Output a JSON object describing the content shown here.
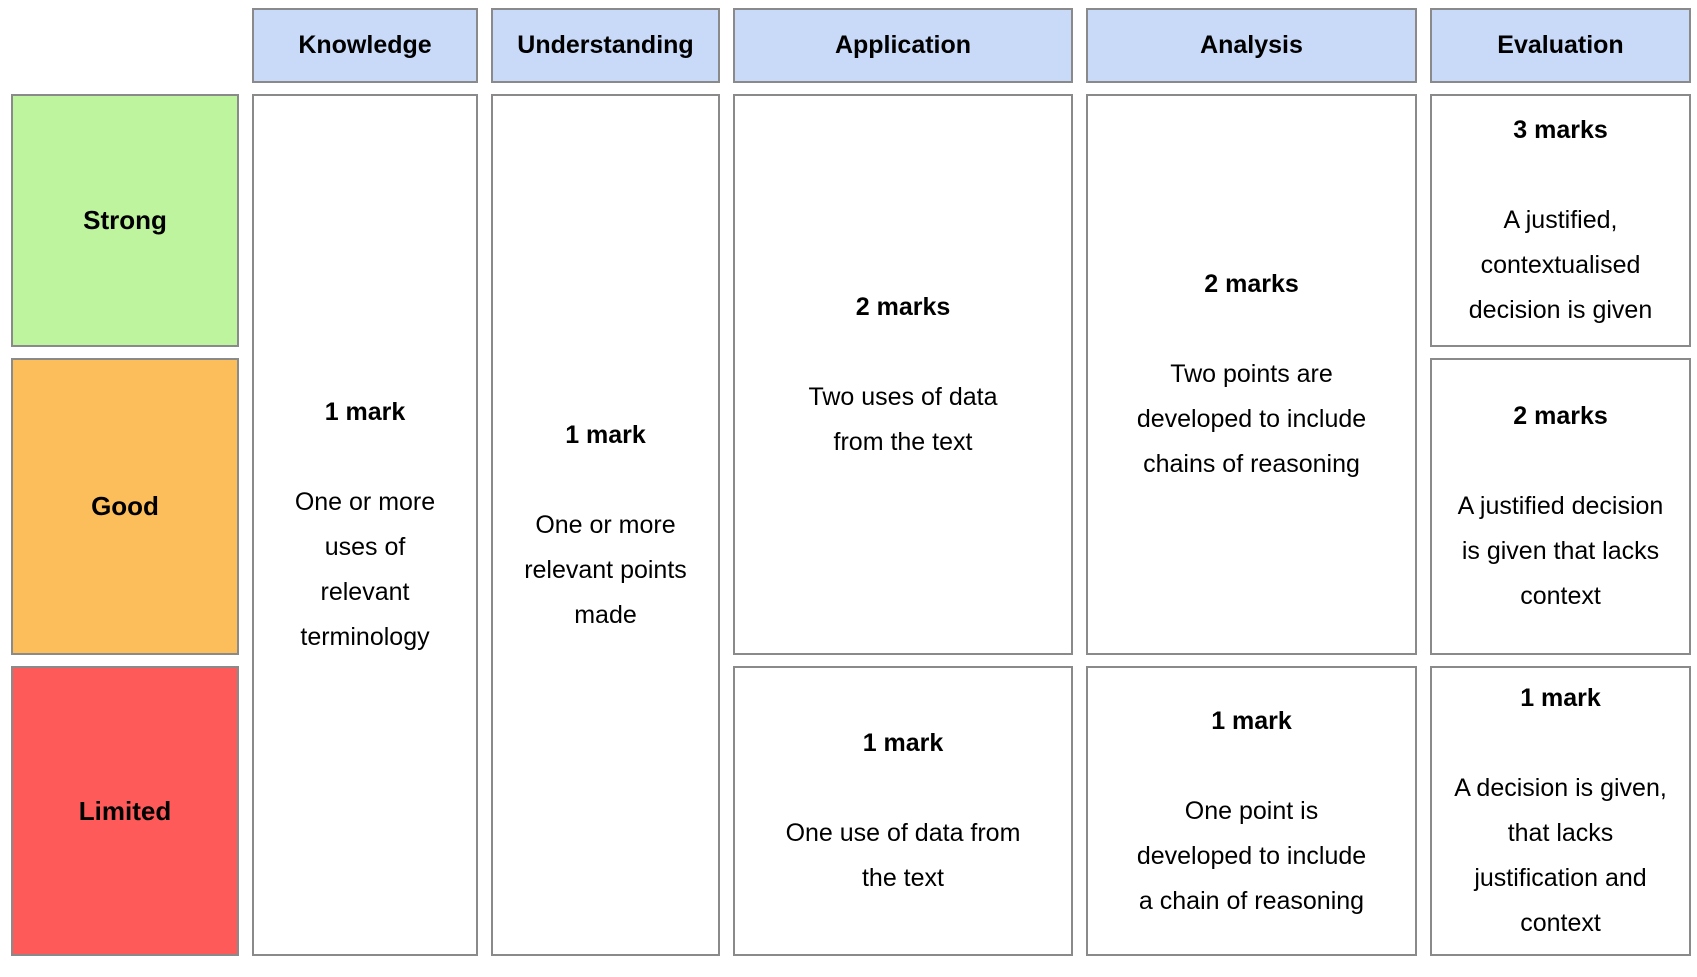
{
  "colors": {
    "header_bg": "#c9daf8",
    "border": "#8a8a8a",
    "page_bg": "#ffffff"
  },
  "columns": [
    {
      "label": "Knowledge"
    },
    {
      "label": "Understanding"
    },
    {
      "label": "Application"
    },
    {
      "label": "Analysis"
    },
    {
      "label": "Evaluation"
    }
  ],
  "rows": [
    {
      "label": "Strong",
      "color": "#bef49e"
    },
    {
      "label": "Good",
      "color": "#fcbd5b"
    },
    {
      "label": "Limited",
      "color": "#fe5a5a"
    }
  ],
  "cells": {
    "knowledge": {
      "marks": "1 mark",
      "description": "One or more\nuses of\nrelevant\nterminology"
    },
    "understanding": {
      "marks": "1 mark",
      "description": "One or more\nrelevant points\nmade"
    },
    "application_strong_good": {
      "marks": "2 marks",
      "description": "Two uses of data\nfrom the text"
    },
    "application_limited": {
      "marks": "1 mark",
      "description": "One use of data from\nthe text"
    },
    "analysis_strong_good": {
      "marks": "2 marks",
      "description": "Two points are\ndeveloped to include\nchains of reasoning"
    },
    "analysis_limited": {
      "marks": "1 mark",
      "description": "One point is\ndeveloped to include\na chain of reasoning"
    },
    "evaluation_strong": {
      "marks": "3 marks",
      "description": "A justified,\ncontextualised\ndecision is given"
    },
    "evaluation_good": {
      "marks": "2 marks",
      "description": "A justified decision\nis given that lacks\ncontext"
    },
    "evaluation_limited": {
      "marks": "1 mark",
      "description": "A decision is given,\nthat lacks\njustification and\ncontext"
    }
  }
}
